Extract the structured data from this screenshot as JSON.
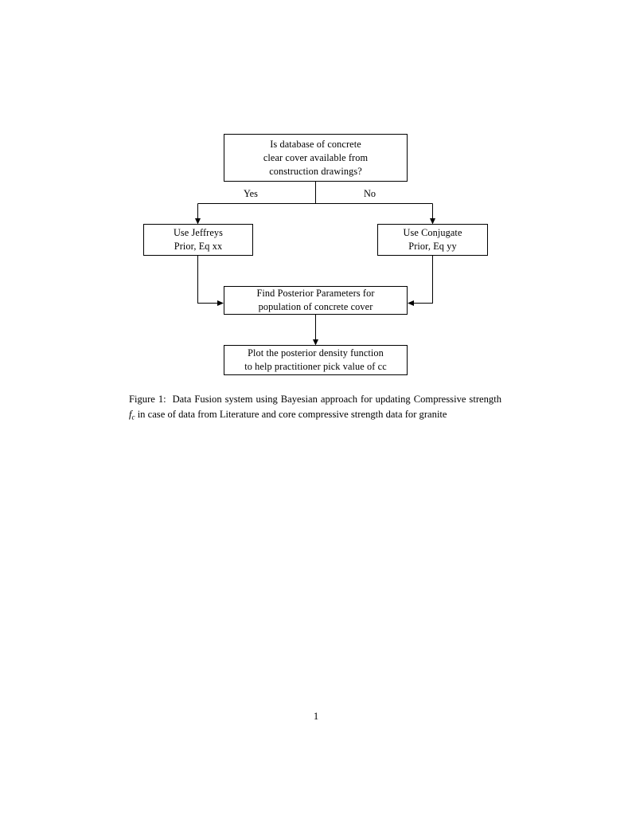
{
  "document": {
    "page_number": "1",
    "background_color": "#ffffff",
    "text_color": "#000000"
  },
  "figure": {
    "nodes": [
      {
        "id": "question",
        "lines": [
          "Is database of concrete",
          "clear cover available from",
          "construction drawings?"
        ]
      },
      {
        "id": "jeffreys",
        "lines": [
          "Use Jeffreys",
          "Prior, Eq xx"
        ]
      },
      {
        "id": "conjugate",
        "lines": [
          "Use Conjugate",
          "Prior, Eq yy"
        ]
      },
      {
        "id": "posterior",
        "lines": [
          "Find Posterior Parameters for",
          "population of concrete cover"
        ]
      },
      {
        "id": "plot",
        "lines": [
          "Plot the posterior density function",
          "to help practitioner pick value of cc"
        ]
      }
    ],
    "edge_labels": {
      "yes": "Yes",
      "no": "No"
    },
    "line_color": "#000000"
  },
  "caption": {
    "label": "Figure 1:",
    "text_part_1": "Data Fusion system using Bayesian approach for updating Compressive strength",
    "math_symbol": "f",
    "math_subscript": "c",
    "text_part_2": "in case of data from Literature and core compressive strength data for granite"
  }
}
